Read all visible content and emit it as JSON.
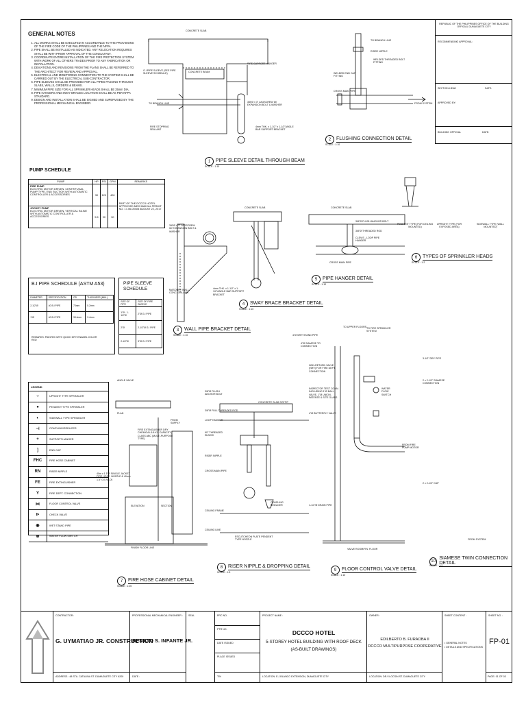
{
  "general_notes": {
    "title": "GENERAL NOTES",
    "items": [
      "ALL WORKS SHALL BE EXECUTED IN ACCORDANCE TO THE PROVISIONS OF THE FIRE CODE OF THE PHILIPPINES AND THE NFPA.",
      "PIPE SHALL BE INSTALLED AS INDICATED. ANY RELOCATION REQUIRES SHALL BE WITH PRIOR APPROVAL OF THE CONSULTANT.",
      "COORDINATE ENTIRE INSTALLATION OF THE FIRE PROTECTION SYSTEM WITH WORK OF ALL OTHERS TRADES PRIOR TO ANY FABRICATION OR INSTALLATION.",
      "DEVIATIONS AND REVISIONS FROM THE PLANS SHALL BE REFERRED TO THE ARCHITECT FOR REVIEW AND APPROVAL.",
      "ELECTRICAL AND MONITORING CONNECTION TO THE SYSTEM SHALL BE CARRIED OUT BY THE ELECTRICAL SUB-CONTRACTOR.",
      "PIPE SLEEVES SHALL BE PROVIDED FOR ALL PIPES PASSING THROUGH SLABS, WALLS, GIRDERS & BEAMS.",
      "MINIMUM PIPE SIZE FOR ALL SPRINKLER HEADS SHALL BE 25mm DIA.",
      "PIPE HANGERS AND SWAY BRACES LOCATION SHALL BE AS PER NFPA STANDARD.",
      "DESIGN AND INSTALLATION SHALL BE SIGNED AND SUPERVISED BY THE PROFESSIONAL MECHANICAL ENGINEER."
    ]
  },
  "approval_box": {
    "office": "REPUBLIC OF THE PHILIPPINES OFFICE OF THE BUILDING OFFICIAL DUMAGUETE CITY",
    "recommending": "RECOMMENDING APPROVAL:",
    "section_head": "SECTION HEAD",
    "date1": "DATE:",
    "approved_by": "APPROVED BY:",
    "building_official": "BUILDING OFFICIAL",
    "date2": "DATE:"
  },
  "pump_schedule": {
    "title": "PUMP SCHEDULE",
    "headers": [
      "PUMP",
      "HP",
      "PSI",
      "GPM",
      "REMARKS"
    ],
    "rows": [
      {
        "name": "FIRE PUMP",
        "desc": "ELECTRIC MOTOR DRIVEN, CENTRIFUGAL PUMP TYPE, END SUCTION WITH AUTOMATIC CONTROLLER & ACCESSORIES",
        "hp": "30",
        "psi": "120",
        "gpm": "400"
      },
      {
        "name": "JOCKEY PUMP",
        "desc": "ELECTRIC MOTOR DRIVEN, VERTICAL INLINE WITH AUTOMATIC CONTROLLER & ACCESSORIES",
        "hp": "5.5",
        "psi": "90",
        "gpm": "30"
      }
    ],
    "remarks": "PART OF THE DCCCO HOTEL APPROVED MECHANICAL PERMIT NO. 17-06-00408 AUGUST 22, 2017"
  },
  "bi_pipe_schedule": {
    "title": "B.I PIPE SCHEDULE  (ASTM A53)",
    "headers": [
      "DIAMETER",
      "SPECIFICATION",
      "OD",
      "THICKNESS (MIN.)"
    ],
    "rows": [
      [
        "2-1/2\"Ø",
        "40 B.I PIPE",
        "73mm",
        "5.2mm"
      ],
      [
        "1\"Ø",
        "40 B.I PIPE",
        "33.4mm",
        "3.4mm"
      ]
    ],
    "remarks": "REMARKS: PAINTED WITH QUICK DRY ENAMEL COLOR RED"
  },
  "pipe_sleeve_schedule": {
    "title": "PIPE SLEEVE SCHEDULE",
    "headers": [
      "SIZE OF PIPE",
      "SIZE OF PIPE SLEEVE"
    ],
    "rows": [
      [
        "1\"Ø - 1-1/2\"Ø",
        "2\"Ø G.I PIPE"
      ],
      [
        "2\"Ø",
        "2-1/2\"Ø G.I PIPE"
      ],
      [
        "2-1/2\"Ø",
        "3\"Ø G.I PIPE"
      ]
    ]
  },
  "legend": {
    "title": "LEGEND",
    "items": [
      {
        "sym": "○",
        "label": "UPRIGHT TYPE SPRINKLER"
      },
      {
        "sym": "●",
        "label": "PENDENT TYPE SPRINKLER"
      },
      {
        "sym": "◐",
        "label": "SIDEWALL TYPE SPRINKLER"
      },
      {
        "sym": "⊣",
        "label": "COUPLING/REDUCER"
      },
      {
        "sym": "+",
        "label": "SUPPORT HANGER"
      },
      {
        "sym": "]",
        "label": "END CAP"
      },
      {
        "sym": "FHC",
        "label": "FIRE HOSE CABINET"
      },
      {
        "sym": "RN",
        "label": "RISER NIPPLE"
      },
      {
        "sym": "FE",
        "label": "FIRE EXTINGUISHER"
      },
      {
        "sym": "Y",
        "label": "FIRE DEPT. CONNECTION"
      },
      {
        "sym": "⋈",
        "label": "FLOOR CONTROL VALVE"
      },
      {
        "sym": "⊳",
        "label": "CHECK VALVE"
      },
      {
        "sym": "◉",
        "label": "WET STAND PIPE"
      },
      {
        "sym": "⊗",
        "label": "WATER FLOW SWITCH"
      }
    ]
  },
  "details": [
    {
      "num": "1",
      "title": "PIPE SLEEVE DETAIL THROUGH BEAM",
      "scale": "SCALE : 1:10"
    },
    {
      "num": "2",
      "title": "FLUSHING CONNECTION DETAIL",
      "scale": "SCALE : 1:10"
    },
    {
      "num": "3",
      "title": "WALL PIPE BRACKET DETAIL",
      "scale": "SCALE : 1:10"
    },
    {
      "num": "4",
      "title": "SWAY BRACE BRACKET DETAIL",
      "scale": "SCALE : 1:10"
    },
    {
      "num": "5",
      "title": "PIPE HANGER DETAIL",
      "scale": "SCALE : 1:10"
    },
    {
      "num": "6",
      "title": "TYPES OF SPRINKLER HEADS",
      "scale": "SCALE : 1:2"
    },
    {
      "num": "7",
      "title": "FIRE HOSE CABINET DETAIL",
      "scale": "SCALE : 1:25"
    },
    {
      "num": "8",
      "title": "RISER NIPPLE & DROPPING DETAIL",
      "scale": "SCALE : 1:5"
    },
    {
      "num": "9",
      "title": "FLOOR CONTROL VALVE DETAIL",
      "scale": "SCALE : 1:10"
    },
    {
      "num": "10",
      "title": "SIAMESE TWIN CONNECTION DETAIL",
      "scale": "SCALE : 1:2"
    }
  ],
  "labels": {
    "concrete_slab": "CONCRETE SLAB",
    "gi_pipe_sleeve": "G.I PIPE SLEEVE (SEE PIPE SLEEVE SCHEDULE)",
    "concrete_beam": "CONCRETE BEAM",
    "pipe_support_hanger": "PIPE SUPPORT HANGER",
    "to_branch_line": "TO BRANCH LINE",
    "fire_stopping_sealant": "FIRE STOPPING SEALANT",
    "expansion_bolt": "3/8\"Ø x 3\" LAGSCREW W/ EXPANSION BOLT & WASHER",
    "angle_bar_bracket": "4mm THK. x 1-1/2\" x 1-1/2\"ANGLE BAR SUPPORT BRACKET",
    "riser_nipple": "RISER NIPPLE",
    "welded_threaded_bolt": "WELDED THREADED BOLT FITTING",
    "welded_end_cap": "WELDED END CAP FITTING",
    "cross_main_pipe": "CROSS MAIN PIPE",
    "from_system": "FROM SYSTEM",
    "pendent_type": "PENDENT TYPE (FOR CEILING MOUNTED)",
    "upright_type": "UPRIGHT TYPE (FOR EXPOSED AREA)",
    "sidewall_type": "SIDEWALL TYPE (WALL MOUNTED)",
    "flush_anchor_bolt": "3/8\"Ø FLUSH ANCHOR BOLT",
    "threaded_rod": "3/8\"Ø THREADED ROD",
    "clevis_hanger": "CLEVIS - LOOP PIPE HANGER",
    "masonry_wall": "MASONRY WALL / CONC. COLUMN",
    "to_upper_floors": "TO UPPER FLOORS",
    "to_fire_sprinkler": "TO FIRE SPRINKLER SYSTEM",
    "wet_stand_pipe": "4\"Ø WET STAND PIPE",
    "siamese": "4\"Ø SIAMESE TO CONNECTION",
    "non_return_valve": "NON-RETURN VALVE (NRV) FOR FIRE DEPT. CONNECTION",
    "inspector_test": "INSPECTOR TEST CONN. INCLUDING 1\"Ø BALL VALVE, 1\"Ø UNION, PATENTE & SITE GLASS",
    "butterfly_valve": "4\"Ø BUTTERFLY VALVE",
    "water_flow_switch": "WATER FLOW SWITCH",
    "from_fire_pump": "FROM FIRE PUMP MOTOR",
    "drain_pipe": "1-1/2\"Ø DRAIN PIPE",
    "valve_room_floor": "VALVE ROOM/FIN. FLOOR",
    "siamese_dry": "3-1/2\" DRY PIPE",
    "siamese_conn": "2 x 2-1/2\" SIAMESE CONNECTION",
    "cap": "2 x 2-1/2\" CAP",
    "from_system2": "FROM SYSTEM",
    "fire_extinguisher": "FIRE EXTINGUISHER DRY CHEMICAL 6.8 KG CAPACITY, CLASS ABC (MULTI-PURPOSE TYPE)",
    "angle_valve": "ANGLE VALVE",
    "hose_rack": "40m x 1.5\"Ø SINGLE JACKET FIRE HOSE, NOZZLE & 40m x 1.5\" GS RACK",
    "elevation": "ELEVATION",
    "section": "SECTION",
    "plan": "PLAN",
    "from_supply": "FROM SUPPLY",
    "finish_floor": "FINISH FLOOR LINE",
    "concrete_slab_soffit": "CONCRETE SLAB SOFFIT",
    "full_threaded_rod": "3/8\"Ø FULL THREADED ROD",
    "loop_hanger": "LOOP HANGER",
    "threaded_elbow": "90° THREADED ELBOW",
    "riser_nipple2": "RISER NIPPLE",
    "cross_main2": "CROSS MAIN PIPE",
    "ceiling_frame": "CEILING FRAME",
    "coupling_reducer": "COUPLING REDUCER",
    "escutcheon": "ESCUTCHEON PLATE PENDENT TYPE NOZZLE",
    "ceiling_line": "CEILING LINE"
  },
  "title_block": {
    "contractor_label": "CONTRACTOR :",
    "contractor": "G. UYMATIAO JR. CONSTRUCTION",
    "address": "ADDRESS : 48 STA. CATALINA ST. DUMAGUETE CITY 6200",
    "engineer_label": "PROFESSIONAL MECHANICAL ENGINEER :",
    "engineer": "RENATO S. INFANTE JR.",
    "date_label": "DATE :",
    "seal_label": "SEAL",
    "prc_label": "PRC NO.",
    "ptr_label": "PTR NO.",
    "date_issued_label": "DATE ISSUED",
    "place_issued_label": "PLACE ISSUED",
    "tin_label": "TIN",
    "prc_no": "",
    "ptr_no": "",
    "date_issued": "",
    "place_issued": "",
    "project_label": "PROJECT NAME :",
    "project_title": "DCCCO HOTEL",
    "project_sub1": "5-STOREY HOTEL BUILDING WITH ROOF DECK",
    "project_sub2": "(AS-BUILT DRAWINGS)",
    "location": "LOCATION: E.J.BLANCO EXTENSION, DUMAGUETE CITY",
    "owner_label": "OWNER :",
    "owner_name": "EDILBERTO B. FURAOBA II",
    "owner_org": "DCCCO MULTIPURPOSE COOPERATIVE",
    "owner_location": "LOCATION: DR.V.LOCSIN ST. DUMAGUETE CITY",
    "content_label": "SHEET CONTENT :",
    "content1": "• GENERAL NOTES",
    "content2": "• DETAILS AND SPECIFICATIONS",
    "sheet_label": "SHEET NO. :",
    "sheet_no": "FP-01",
    "page": "PAGE: 01   OF   03"
  }
}
